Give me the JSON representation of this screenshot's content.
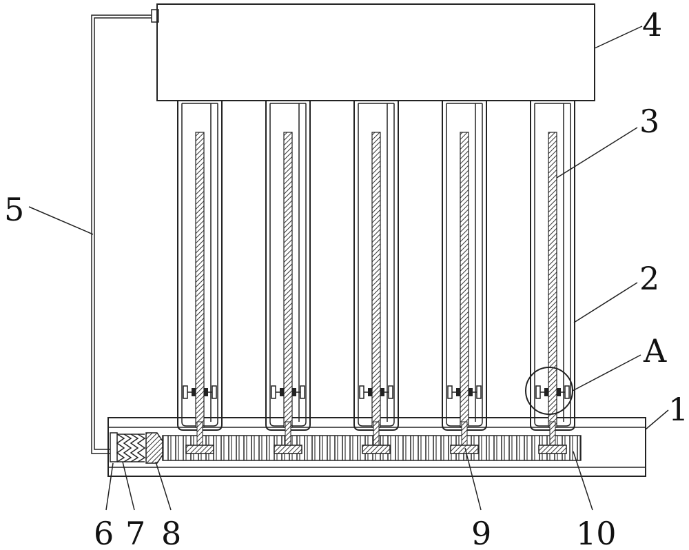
{
  "labels": {
    "l1": "1",
    "l2": "2",
    "l3": "3",
    "l4": "4",
    "l5": "5",
    "l6": "6",
    "l7": "7",
    "l8": "8",
    "l9": "9",
    "l10": "10",
    "lA": "A"
  },
  "colors": {
    "line": "#222222",
    "background": "#ffffff"
  },
  "modules": 5
}
